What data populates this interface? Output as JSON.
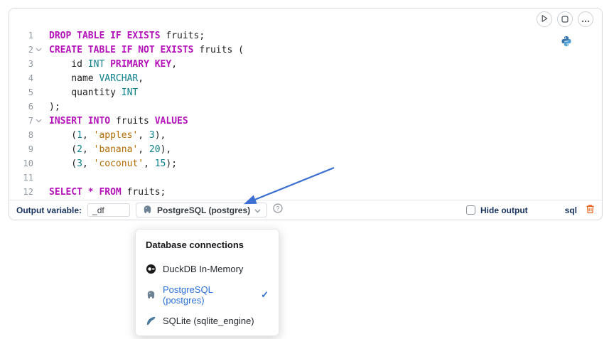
{
  "colors": {
    "keyword": "#b312b8",
    "type": "#0d808a",
    "number": "#0d808a",
    "string": "#b26b00",
    "navy_label": "#16325c",
    "selected_blue": "#2b6fd4",
    "trash_orange": "#e8590c",
    "arrow_blue": "#3b6fd1"
  },
  "editor": {
    "lines": [
      {
        "n": 1,
        "fold": false,
        "tokens": [
          {
            "t": "kw",
            "v": "DROP TABLE IF EXISTS"
          },
          {
            "t": "pl",
            "v": " fruits;"
          }
        ]
      },
      {
        "n": 2,
        "fold": true,
        "tokens": [
          {
            "t": "kw",
            "v": "CREATE TABLE IF NOT EXISTS"
          },
          {
            "t": "pl",
            "v": " fruits ("
          }
        ]
      },
      {
        "n": 3,
        "fold": false,
        "tokens": [
          {
            "t": "pl",
            "v": "    id "
          },
          {
            "t": "ty",
            "v": "INT"
          },
          {
            "t": "pl",
            "v": " "
          },
          {
            "t": "kw",
            "v": "PRIMARY KEY"
          },
          {
            "t": "pl",
            "v": ","
          }
        ]
      },
      {
        "n": 4,
        "fold": false,
        "tokens": [
          {
            "t": "pl",
            "v": "    name "
          },
          {
            "t": "ty",
            "v": "VARCHAR"
          },
          {
            "t": "pl",
            "v": ","
          }
        ]
      },
      {
        "n": 5,
        "fold": false,
        "tokens": [
          {
            "t": "pl",
            "v": "    quantity "
          },
          {
            "t": "ty",
            "v": "INT"
          }
        ]
      },
      {
        "n": 6,
        "fold": false,
        "tokens": [
          {
            "t": "pl",
            "v": ");"
          }
        ]
      },
      {
        "n": 7,
        "fold": true,
        "tokens": [
          {
            "t": "kw",
            "v": "INSERT INTO"
          },
          {
            "t": "pl",
            "v": " fruits "
          },
          {
            "t": "kw",
            "v": "VALUES"
          }
        ]
      },
      {
        "n": 8,
        "fold": false,
        "tokens": [
          {
            "t": "pl",
            "v": "    ("
          },
          {
            "t": "nu",
            "v": "1"
          },
          {
            "t": "pl",
            "v": ", "
          },
          {
            "t": "st",
            "v": "'apples'"
          },
          {
            "t": "pl",
            "v": ", "
          },
          {
            "t": "nu",
            "v": "3"
          },
          {
            "t": "pl",
            "v": "),"
          }
        ]
      },
      {
        "n": 9,
        "fold": false,
        "tokens": [
          {
            "t": "pl",
            "v": "    ("
          },
          {
            "t": "nu",
            "v": "2"
          },
          {
            "t": "pl",
            "v": ", "
          },
          {
            "t": "st",
            "v": "'banana'"
          },
          {
            "t": "pl",
            "v": ", "
          },
          {
            "t": "nu",
            "v": "20"
          },
          {
            "t": "pl",
            "v": "),"
          }
        ]
      },
      {
        "n": 10,
        "fold": false,
        "tokens": [
          {
            "t": "pl",
            "v": "    ("
          },
          {
            "t": "nu",
            "v": "3"
          },
          {
            "t": "pl",
            "v": ", "
          },
          {
            "t": "st",
            "v": "'coconut'"
          },
          {
            "t": "pl",
            "v": ", "
          },
          {
            "t": "nu",
            "v": "15"
          },
          {
            "t": "pl",
            "v": ");"
          }
        ]
      },
      {
        "n": 11,
        "fold": false,
        "tokens": []
      },
      {
        "n": 12,
        "fold": false,
        "tokens": [
          {
            "t": "kw",
            "v": "SELECT"
          },
          {
            "t": "pl",
            "v": " "
          },
          {
            "t": "kw",
            "v": "*"
          },
          {
            "t": "pl",
            "v": " "
          },
          {
            "t": "kw",
            "v": "FROM"
          },
          {
            "t": "pl",
            "v": " fruits;"
          }
        ]
      }
    ]
  },
  "toolbar": {
    "output_variable_label": "Output variable:",
    "output_variable_value": "_df",
    "connection": "PostgreSQL (postgres)",
    "hide_output_label": "Hide output",
    "language_label": "sql"
  },
  "connection_menu": {
    "title": "Database connections",
    "items": [
      {
        "icon": "duckdb-icon",
        "label": "DuckDB In-Memory",
        "selected": false
      },
      {
        "icon": "postgresql-icon",
        "label": "PostgreSQL (postgres)",
        "selected": true
      },
      {
        "icon": "sqlite-icon",
        "label": "SQLite (sqlite_engine)",
        "selected": false
      }
    ]
  }
}
